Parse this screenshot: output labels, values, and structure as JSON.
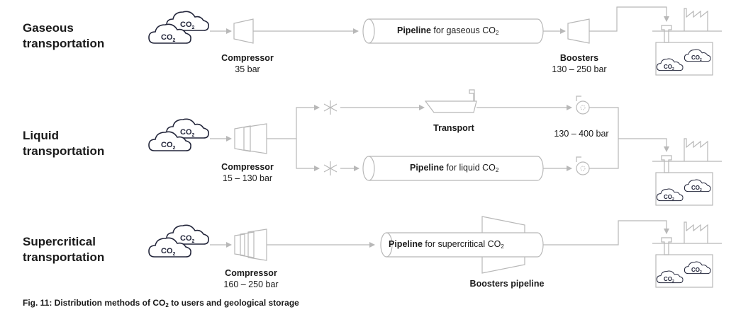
{
  "rows": {
    "gaseous": {
      "title_line1": "Gaseous",
      "title_line2": "transportation",
      "compressor_label": "Compressor",
      "compressor_value": "35 bar",
      "pipeline_bold": "Pipeline",
      "pipeline_text": " for gaseous CO",
      "boosters_label": "Boosters",
      "boosters_value": "130 – 250 bar"
    },
    "liquid": {
      "title_line1": "Liquid",
      "title_line2": "transportation",
      "compressor_label": "Compressor",
      "compressor_value": "15 – 130 bar",
      "transport_label": "Transport",
      "pipeline_bold": "Pipeline",
      "pipeline_text": " for liquid CO",
      "pressure_value": "130 – 400 bar"
    },
    "supercritical": {
      "title_line1": "Supercritical",
      "title_line2": "transportation",
      "compressor_label": "Compressor",
      "compressor_value": "160 – 250 bar",
      "pipeline_bold": "Pipeline",
      "pipeline_text": " for supercritical CO",
      "boosters_label": "Boosters pipeline"
    }
  },
  "co2_text": "CO",
  "co2_sub": "2",
  "caption": {
    "prefix": "Fig. 11: Distribution methods of CO",
    "sub": "2",
    "suffix": " to users and geological storage"
  },
  "colors": {
    "line_gray": "#b8b8b8",
    "icon_navy": "#22253a",
    "text": "#1a1a1a"
  }
}
